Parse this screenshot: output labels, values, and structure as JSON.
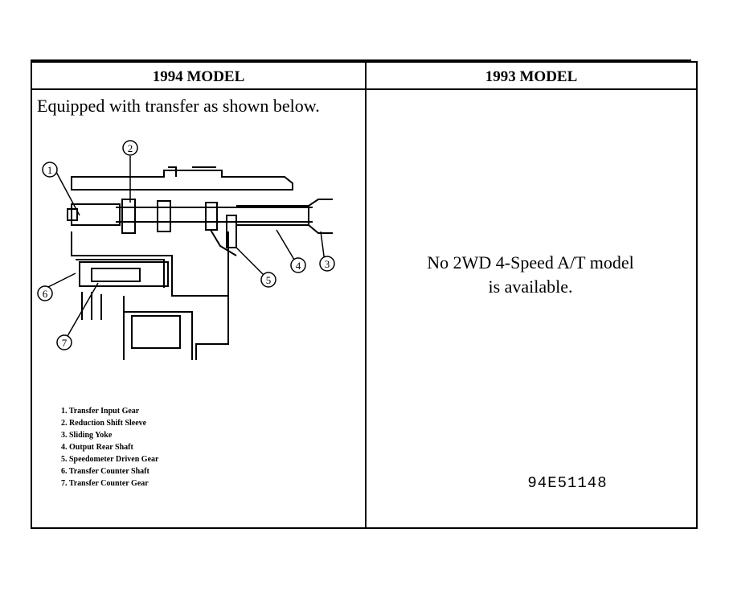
{
  "table": {
    "left_header": "1994 MODEL",
    "right_header": "1993 MODEL"
  },
  "left": {
    "intro": "Equipped with transfer as shown below.",
    "callouts": [
      "1",
      "2",
      "3",
      "4",
      "5",
      "6",
      "7"
    ],
    "legend": [
      "1. Transfer Input Gear",
      "2. Reduction Shift Sleeve",
      "3. Sliding Yoke",
      "4. Output Rear Shaft",
      "5. Speedometer Driven Gear",
      "6. Transfer Counter Shaft",
      "7. Transfer Counter Gear"
    ]
  },
  "right": {
    "notice_line1": "No 2WD 4-Speed A/T model",
    "notice_line2": "is available.",
    "figure_code": "94E51148"
  }
}
